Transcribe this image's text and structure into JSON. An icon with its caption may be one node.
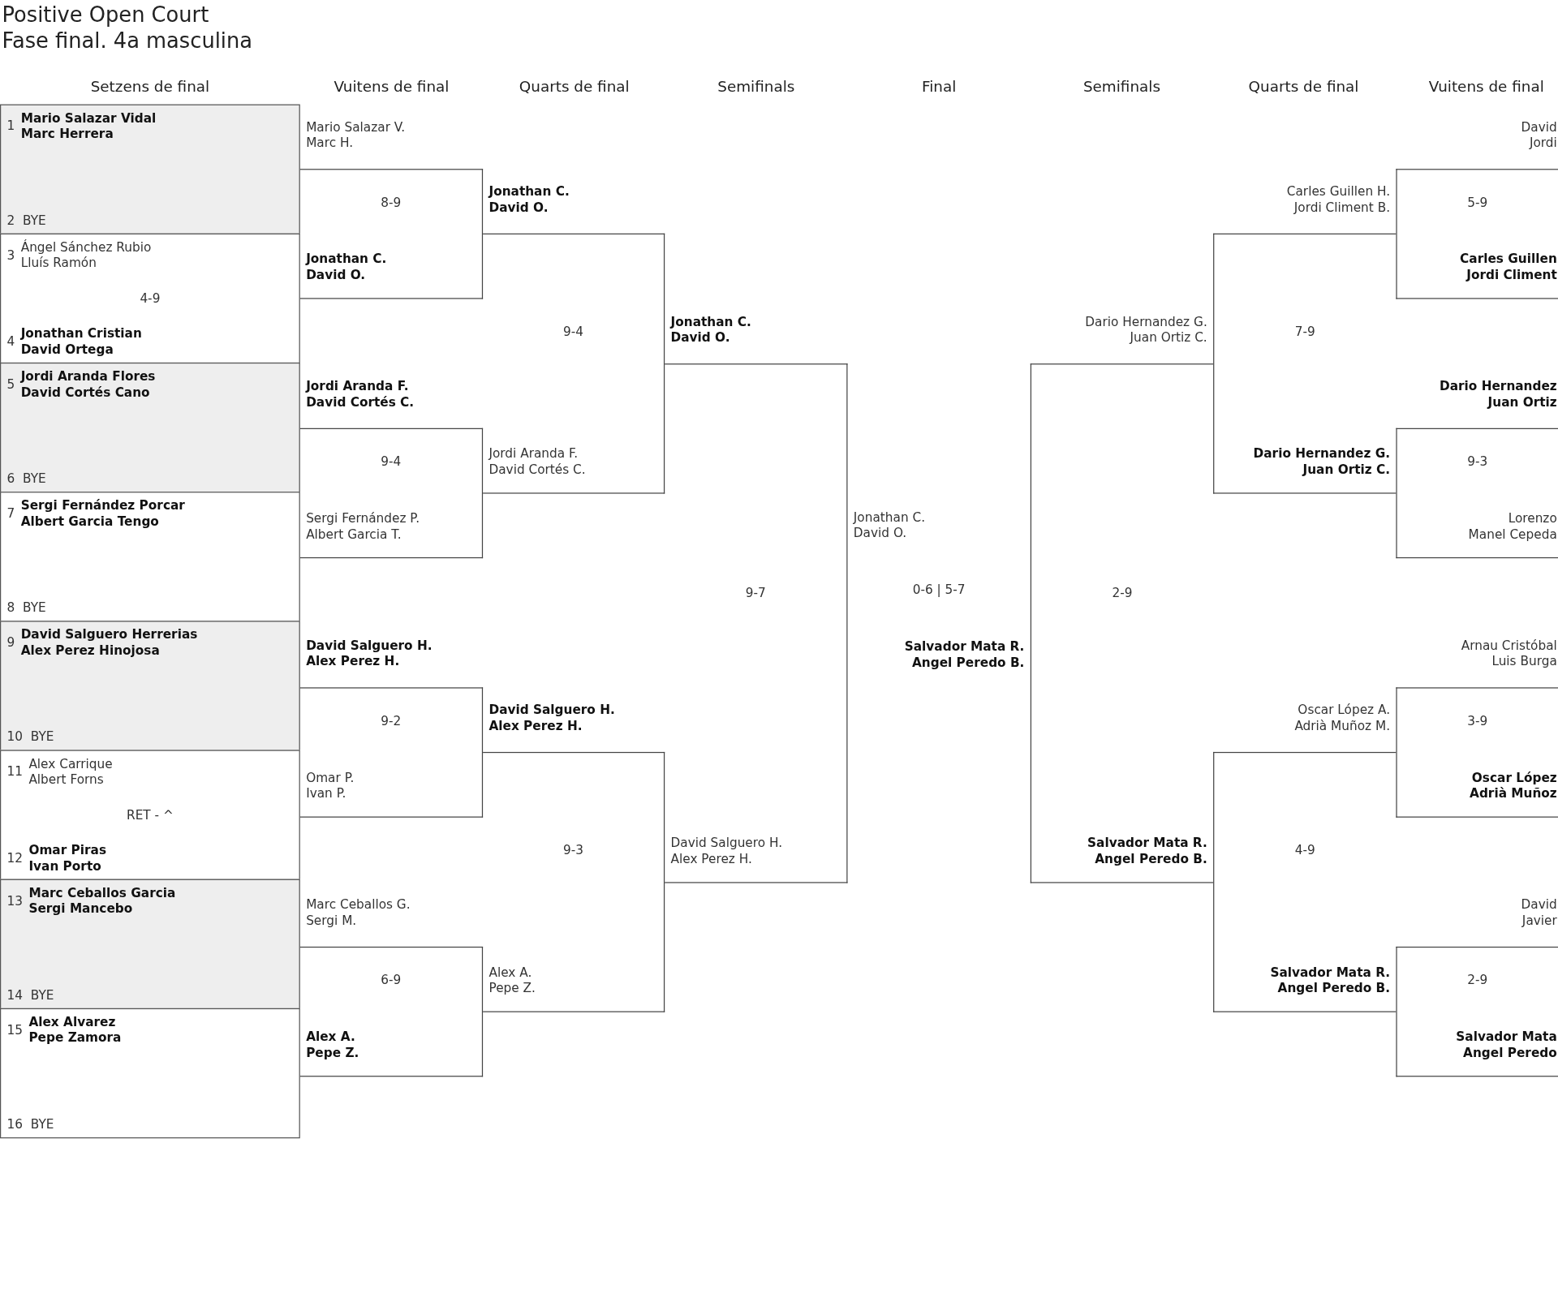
{
  "diagram": {
    "title": "Positive Open Court",
    "nodes": [
      {
        "text": [
          "1",
          "Mario Salazar Vidal Marc Herrera",
          "2",
          "BYE"
        ]
      },
      {
        "text": [
          "3",
          "Ángel Sánchez Rubio Lluís Ramón",
          "4-9",
          "4",
          "Jonathan Cristian David Ortega"
        ]
      },
      {
        "text": [
          "5",
          "Jordi Aranda Flores David Cortés Cano",
          "6",
          "BYE"
        ]
      },
      {
        "text": [
          "7",
          "Sergi Fernández Porcar Albert Garcia Tengo",
          "8",
          "BYE"
        ]
      },
      {
        "text": [
          "9",
          "David Salguero Herrerias Alex Perez Hinojosa",
          "10",
          "BYE"
        ]
      },
      {
        "text": [
          "11",
          "Alex Carrique Albert Forns",
          "RET - ^",
          "12",
          "Omar Piras Ivan Porto"
        ]
      },
      {
        "text": [
          "13",
          "Marc Ceballos Garcia Sergi Mancebo",
          "14",
          "BYE"
        ]
      },
      {
        "text": [
          "15",
          "Alex Alvarez Pepe Zamora",
          "16",
          "BYE"
        ]
      },
      {
        "text": [
          "Mario Salazar V. Marc H.",
          "8-9",
          "Jonathan C. David O."
        ]
      },
      {
        "text": [
          "Jordi Aranda F. David Cortés C.",
          "9-4",
          "Sergi Fernández P. Albert Garcia T."
        ]
      },
      {
        "text": [
          "David Salguero H. Alex Perez H.",
          "9-2",
          "Omar P. Ivan P."
        ]
      },
      {
        "text": [
          "Marc Ceballos G. Sergi M.",
          "6-9",
          "Alex A. Pepe Z."
        ]
      },
      {
        "text": [
          "Jonathan C. David O.",
          "9-4",
          "Jordi Aranda F. David Cortés C."
        ]
      },
      {
        "text": [
          "David Salguero H. Alex Perez H.",
          "9-3",
          "Alex A. Pepe Z."
        ]
      },
      {
        "text": [
          "Jonathan C. David O.",
          "9-7",
          "David Salguero H. Alex Perez H."
        ]
      },
      {
        "text": [
          "Dario Hernandez G. Juan Ortiz C.",
          "2-9",
          "Salvador Mata R. Angel Peredo B."
        ]
      },
      {
        "text": [
          "Carles Guillen H. Jordi Climent B.",
          "7-9",
          "Dario Hernandez G. Juan Ortiz C."
        ]
      },
      {
        "text": [
          "Oscar López A. Adrià Muñoz M.",
          "4-9",
          "Salvador Mata R. Angel Peredo B."
        ]
      },
      {
        "text": [
          "David Jordi",
          "5-9",
          "Carles Guillen Jordi Climent"
        ]
      },
      {
        "text": [
          "Dario Hernandez Juan Ortiz",
          "9-3",
          "Lorenzo Manel Cepeda"
        ]
      },
      {
        "text": [
          "Arnau Cristóbal Luis Burga",
          "3-9",
          "Oscar López Adrià Muñoz"
        ]
      },
      {
        "text": [
          "David Javier",
          "2-9",
          "Salvador Mata Angel Peredo"
        ]
      }
    ],
    "labels": [
      "Fase final. 4a masculina",
      "Setzens de final",
      "Vuitens de final",
      "Quarts de final",
      "Semifinals",
      "Final",
      "Semifinals",
      "Quarts de final",
      "Vuitens de final",
      "Jonathan C. David O.",
      "0-6 | 5-7",
      "Salvador Mata R. Angel Peredo B."
    ]
  }
}
